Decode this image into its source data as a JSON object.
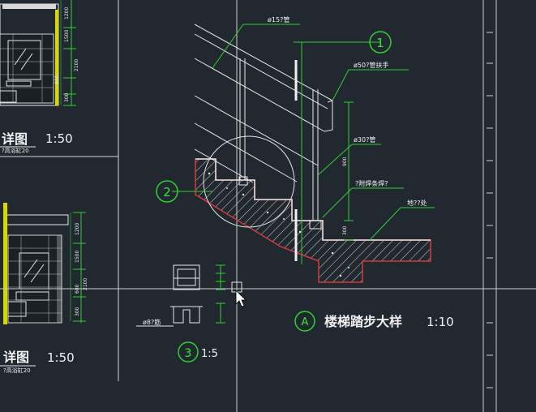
{
  "colors": {
    "background": "#212830",
    "line_white": "#e6e6e6",
    "line_green": "#2fd12f",
    "line_yellow": "#d8d800",
    "line_red": "#d23a3a",
    "text_white": "#f0f0f0",
    "text_green": "#37e637",
    "hatch": "#cfcfcf"
  },
  "left_panel": {
    "top_title": "详图",
    "top_scale": "1:50",
    "top_note": "?高浴缸20",
    "bottom_title": "详图",
    "bottom_scale": "1:50",
    "bottom_note": "?高浴缸20",
    "top_dims": [
      "1200",
      "1500",
      "2100",
      "600",
      "300"
    ],
    "bottom_dims": [
      "1200",
      "1500",
      "2100",
      "600",
      "300"
    ]
  },
  "section": {
    "title": "楼梯踏步大样",
    "scale": "1:10",
    "marker_label": "A"
  },
  "callouts": {
    "pipe15": "ø15?管",
    "handrail": "ø50?管扶手",
    "pipe30": "ø30?管",
    "embedded": "?附焊条焊?",
    "ground": "地??处",
    "rebar": "ø8?筋"
  },
  "markers": {
    "section1": "1",
    "section2": "2",
    "detail3_num": "3",
    "detail3_scale": "1:5"
  },
  "dims": {
    "rail_height": "900",
    "post_offset": "300"
  }
}
